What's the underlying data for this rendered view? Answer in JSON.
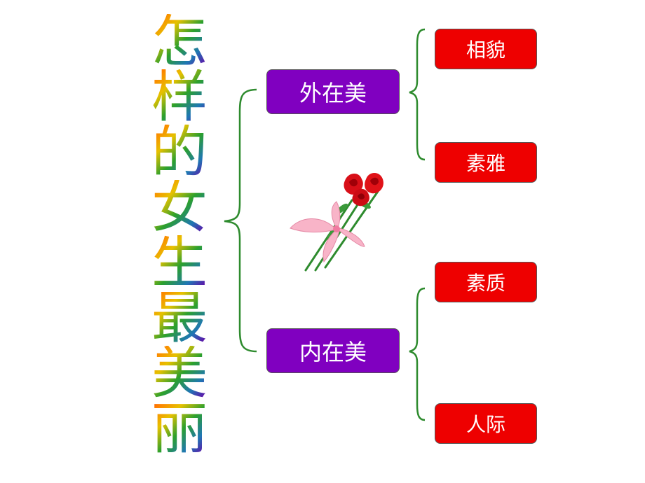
{
  "title_chars": [
    "怎",
    "样",
    "的",
    "女",
    "生",
    "最",
    "美",
    "丽"
  ],
  "categories": [
    {
      "label": "外在美",
      "items": [
        "相貌",
        "素雅"
      ]
    },
    {
      "label": "内在美",
      "items": [
        "素质",
        "人际"
      ]
    }
  ],
  "colors": {
    "category_box": "#8000c0",
    "item_box": "#ee0000",
    "bracket": "#2e8b2e",
    "text_on_box": "#ffffff"
  },
  "decoration": "rose-bouquet"
}
